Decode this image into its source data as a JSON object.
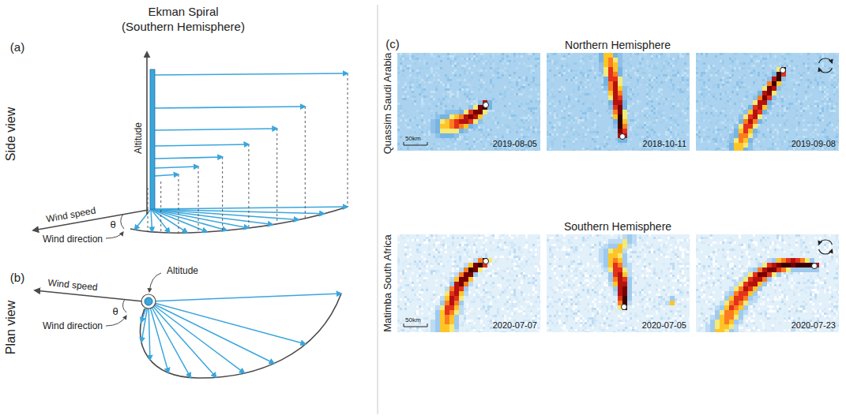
{
  "diagram": {
    "title": "Ekman Spiral",
    "nodes": [
      {
        "text": [
          "50km",
          "2019-08-05"
        ]
      },
      {
        "text": [
          "2018-10-11"
        ]
      },
      {
        "text": [
          "2019-09-08"
        ]
      },
      {
        "text": [
          "50km",
          "2020-07-07"
        ]
      },
      {
        "text": [
          "2020-07-05"
        ]
      },
      {
        "text": [
          "2020-07-23"
        ]
      }
    ],
    "labels": [
      "(Southern Hemisphere)",
      "(a)",
      "Side view",
      "Altitude",
      "Wind speed",
      "θ",
      "Wind direction",
      "(b)",
      "Plan view",
      "Wind speed",
      "Altitude",
      "θ",
      "Wind direction",
      "(c)",
      "Northern Hemisphere",
      "Quassim Saudi Arabia",
      "Southern Hemisphere",
      "Matimba South Africa"
    ]
  }
}
